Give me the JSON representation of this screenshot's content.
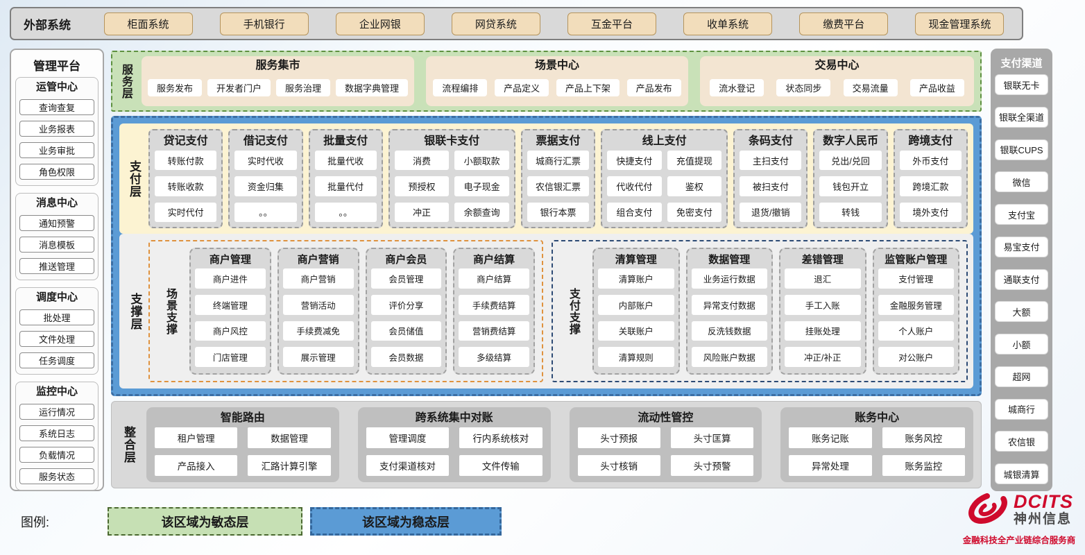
{
  "external": {
    "label": "外部系统",
    "systems": [
      "柜面系统",
      "手机银行",
      "企业网银",
      "网贷系统",
      "互金平台",
      "收单系统",
      "缴费平台",
      "现金管理系统"
    ]
  },
  "management": {
    "title": "管理平台",
    "groups": [
      {
        "title": "运管中心",
        "items": [
          "查询查复",
          "业务报表",
          "业务审批",
          "角色权限"
        ]
      },
      {
        "title": "消息中心",
        "items": [
          "通知预警",
          "消息模板",
          "推送管理"
        ]
      },
      {
        "title": "调度中心",
        "items": [
          "批处理",
          "文件处理",
          "任务调度"
        ]
      },
      {
        "title": "监控中心",
        "items": [
          "运行情况",
          "系统日志",
          "负载情况",
          "服务状态"
        ]
      }
    ]
  },
  "service_layer": {
    "label": "服务层",
    "panels": [
      {
        "title": "服务集市",
        "items": [
          "服务发布",
          "开发者门户",
          "服务治理",
          "数据字典管理"
        ]
      },
      {
        "title": "场景中心",
        "items": [
          "流程编排",
          "产品定义",
          "产品上下架",
          "产品发布"
        ]
      },
      {
        "title": "交易中心",
        "items": [
          "流水登记",
          "状态同步",
          "交易流量",
          "产品收益"
        ]
      }
    ]
  },
  "payment_layer": {
    "label": "支付层",
    "columns": [
      {
        "title": "贷记支付",
        "cols": 1,
        "items": [
          "转账付款",
          "转账收款",
          "实时代付"
        ]
      },
      {
        "title": "借记支付",
        "cols": 1,
        "items": [
          "实时代收",
          "资金归集",
          "。。"
        ]
      },
      {
        "title": "批量支付",
        "cols": 1,
        "items": [
          "批量代收",
          "批量代付",
          "。。"
        ]
      },
      {
        "title": "银联卡支付",
        "cols": 2,
        "items": [
          "消费",
          "小额取款",
          "预授权",
          "电子现金",
          "冲正",
          "余额查询"
        ]
      },
      {
        "title": "票据支付",
        "cols": 1,
        "items": [
          "城商行汇票",
          "农信银汇票",
          "银行本票"
        ]
      },
      {
        "title": "线上支付",
        "cols": 2,
        "items": [
          "快捷支付",
          "充值提现",
          "代收代付",
          "鉴权",
          "组合支付",
          "免密支付"
        ]
      },
      {
        "title": "条码支付",
        "cols": 1,
        "items": [
          "主扫支付",
          "被扫支付",
          "退货/撤销"
        ]
      },
      {
        "title": "数字人民币",
        "cols": 1,
        "items": [
          "兑出/兑回",
          "钱包开立",
          "转钱"
        ]
      },
      {
        "title": "跨境支付",
        "cols": 1,
        "items": [
          "外币支付",
          "跨境汇款",
          "境外支付"
        ]
      }
    ]
  },
  "support_layer": {
    "label": "支撑层",
    "sections": [
      {
        "label": "场景支撑",
        "columns": [
          {
            "title": "商户管理",
            "items": [
              "商户进件",
              "终端管理",
              "商户风控",
              "门店管理"
            ]
          },
          {
            "title": "商户营销",
            "items": [
              "商户营销",
              "营销活动",
              "手续费减免",
              "展示管理"
            ]
          },
          {
            "title": "商户会员",
            "items": [
              "会员管理",
              "评价分享",
              "会员储值",
              "会员数据"
            ]
          },
          {
            "title": "商户结算",
            "items": [
              "商户结算",
              "手续费结算",
              "营销费结算",
              "多级结算"
            ]
          }
        ]
      },
      {
        "label": "支付支撑",
        "columns": [
          {
            "title": "清算管理",
            "items": [
              "清算账户",
              "内部账户",
              "关联账户",
              "清算规则"
            ]
          },
          {
            "title": "数据管理",
            "items": [
              "业务运行数据",
              "异常支付数据",
              "反洗钱数据",
              "风险账户数据"
            ]
          },
          {
            "title": "差错管理",
            "items": [
              "退汇",
              "手工入账",
              "挂账处理",
              "冲正/补正"
            ]
          },
          {
            "title": "监管账户管理",
            "items": [
              "支付管理",
              "金融服务管理",
              "个人账户",
              "对公账户"
            ]
          }
        ]
      }
    ]
  },
  "integration_layer": {
    "label": "整合层",
    "panels": [
      {
        "title": "智能路由",
        "items": [
          "租户管理",
          "数据管理",
          "产品接入",
          "汇路计算引擎"
        ]
      },
      {
        "title": "跨系统集中对账",
        "items": [
          "管理调度",
          "行内系统核对",
          "支付渠道核对",
          "文件传输"
        ]
      },
      {
        "title": "流动性管控",
        "items": [
          "头寸预报",
          "头寸匡算",
          "头寸核销",
          "头寸预警"
        ]
      },
      {
        "title": "账务中心",
        "items": [
          "账务记账",
          "账务风控",
          "异常处理",
          "账务监控"
        ]
      }
    ]
  },
  "channels": {
    "title": "支付渠道",
    "items": [
      "银联无卡",
      "银联全渠道",
      "银联CUPS",
      "微信",
      "支付宝",
      "易宝支付",
      "通联支付",
      "大额",
      "小额",
      "超网",
      "城商行",
      "农信银",
      "城银清算"
    ]
  },
  "legend": {
    "label": "图例:",
    "agile": "该区域为敏态层",
    "stable": "该区域为稳态层"
  },
  "logo": {
    "brand": "DCITS",
    "company": "神州信息",
    "tagline": "金融科技全产业链综合服务商"
  },
  "colors": {
    "agile_green": "#c9e1b8",
    "stable_blue": "#5b9bd5",
    "panel_tan": "#f3e5d2",
    "node_gray": "#d9d9d9",
    "brand_red": "#cf0a2c"
  }
}
